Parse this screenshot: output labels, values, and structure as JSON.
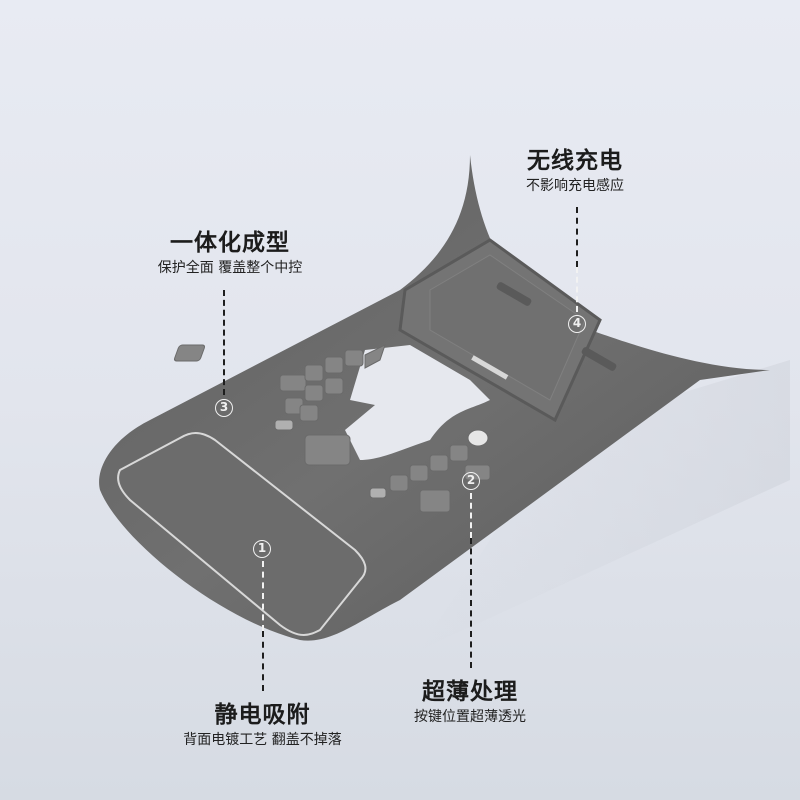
{
  "features": [
    {
      "id": "1",
      "title": "静电吸附",
      "subtitle": "背面电镀工艺 翻盖不掉落"
    },
    {
      "id": "2",
      "title": "超薄处理",
      "subtitle": "按键位置超薄透光"
    },
    {
      "id": "3",
      "title": "一体化成型",
      "subtitle": "保护全面 覆盖整个中控"
    },
    {
      "id": "4",
      "title": "无线充电",
      "subtitle": "不影响充电感应"
    }
  ],
  "markers": {
    "m1": "1",
    "m2": "2",
    "m3": "3",
    "m4": "4"
  },
  "colors": {
    "background": "#e8ebf3",
    "film": "#6b6b6b",
    "text": "#1c1c1c"
  }
}
